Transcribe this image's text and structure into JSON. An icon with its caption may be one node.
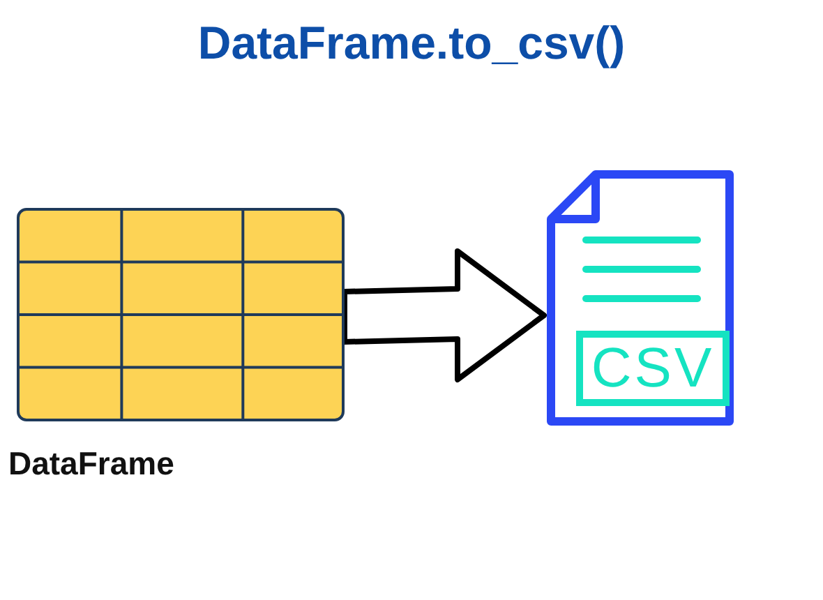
{
  "diagram": {
    "title": "DataFrame.to_csv()",
    "nodes": [
      {
        "text": [],
        "shape": "box",
        "beside": [
          "DataFrame"
        ]
      },
      {
        "text": [
          "CSV"
        ]
      }
    ],
    "edges": [
      {
        "from": 0,
        "to": 1,
        "arrow": "to",
        "style": "thick"
      }
    ]
  }
}
